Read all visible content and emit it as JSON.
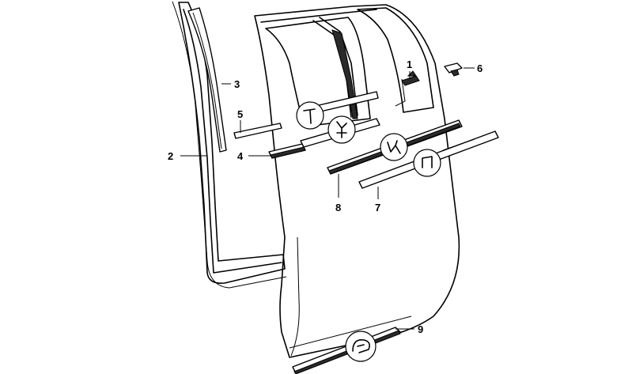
{
  "diagram": {
    "callouts": [
      {
        "id": "part-1",
        "label": "1"
      },
      {
        "id": "part-2",
        "label": "2"
      },
      {
        "id": "part-3",
        "label": "3"
      },
      {
        "id": "part-4",
        "label": "4"
      },
      {
        "id": "part-5",
        "label": "5"
      },
      {
        "id": "part-6",
        "label": "6"
      },
      {
        "id": "part-7",
        "label": "7"
      },
      {
        "id": "part-8",
        "label": "8"
      },
      {
        "id": "part-9",
        "label": "9"
      }
    ]
  }
}
